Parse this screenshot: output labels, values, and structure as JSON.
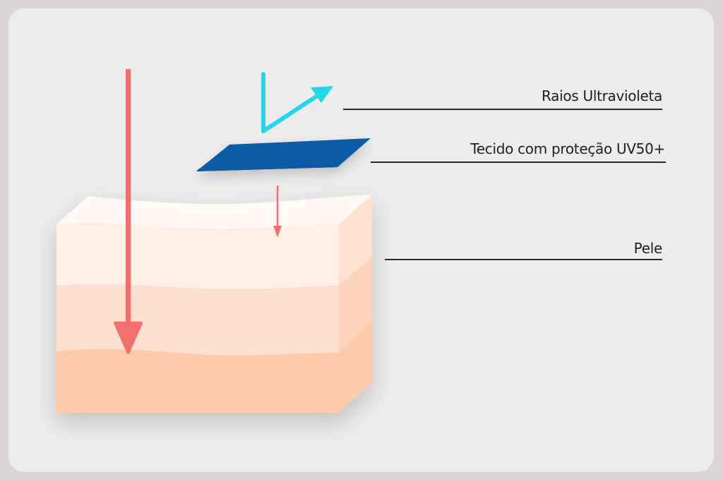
{
  "labels": {
    "uv_rays": "Raios Ultravioleta",
    "fabric": "Tecido com proteção UV50+",
    "skin": "Pele"
  },
  "colors": {
    "background_outer": "#d9d5d5",
    "panel": "#ececec",
    "uv_ray_direct": "#f46e6e",
    "uv_ray_reflected": "#24d6ea",
    "fabric": "#0a5aa7",
    "fabric_shade": "#0b3c8a",
    "skin_layer_top": "#fff4ee",
    "skin_layer_middle": "#fde0cf",
    "skin_layer_bottom": "#fcc9aa",
    "leader_line": "#2a2a2a"
  },
  "icons": {
    "direct_ray": "arrow-down-icon",
    "reflected_ray": "reflection-arrow-icon",
    "transmitted_ray": "small-arrow-down-icon"
  }
}
